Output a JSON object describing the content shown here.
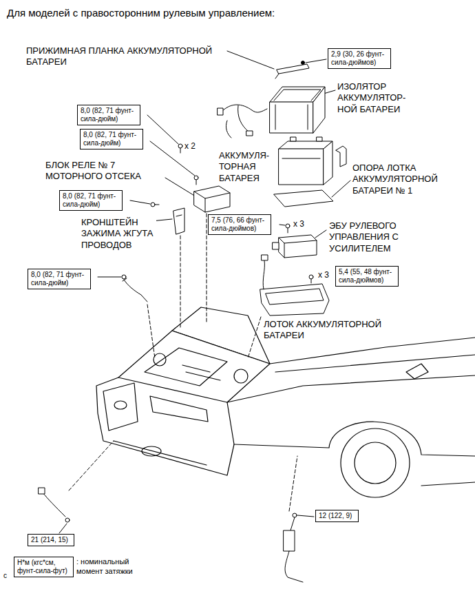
{
  "diagram": {
    "title": "Для моделей с правосторонним рулевым управлением:",
    "nodes": [
      {
        "text": [
          "2,9 (30, 26 фунт- сила-дюймов)"
        ]
      },
      {
        "text": [
          "8,0 (82, 71 фунт- сила-дюйм)"
        ]
      },
      {
        "text": [
          "8,0 (82, 71 фунт- сила-дюйм)"
        ]
      },
      {
        "text": [
          "8,0 (82, 71 фунт- сила-дюйм)"
        ]
      },
      {
        "text": [
          "7,5 (76, 66 фунт- сила-дюймов)"
        ]
      },
      {
        "text": [
          "8,0 (82, 71 фунт- сила-дюйм)"
        ]
      },
      {
        "text": [
          "5,4 (55, 48 фунт- сила-дюймов)"
        ]
      },
      {
        "text": [
          "12 (122, 9)"
        ]
      },
      {
        "text": [
          "21 (214, 15)"
        ]
      },
      {
        "text": [
          "Н*м (кгс*см, фунт-сила-фут)"
        ]
      }
    ],
    "labels": [
      "ПРИЖИМНАЯ ПЛАНКА АККУМУЛЯТОРНОЙ БАТАРЕИ",
      "ИЗОЛЯТОР АККУМУЛЯТОР- НОЙ БАТАРЕИ",
      "x 2",
      "БЛОК РЕЛЕ № 7 МОТОРНОГО ОТСЕКА",
      "АККУМУЛЯ- ТОРНАЯ БАТАРЕЯ",
      "ОПОРА ЛОТКА АККУМУЛЯТОРНОЙ БАТАРЕИ № 1",
      "КРОНШТЕЙН ЗАЖИМА ЖГУТА ПРОВОДОВ",
      "x 3",
      "ЭБУ РУЛЕВОГО УПРАВЛЕНИЯ С УСИЛИТЕЛЕМ",
      "x 3",
      "ЛОТОК АККУМУЛЯТОРНОЙ БАТАРЕИ",
      ": номинальный момент затяжки",
      "c"
    ]
  }
}
